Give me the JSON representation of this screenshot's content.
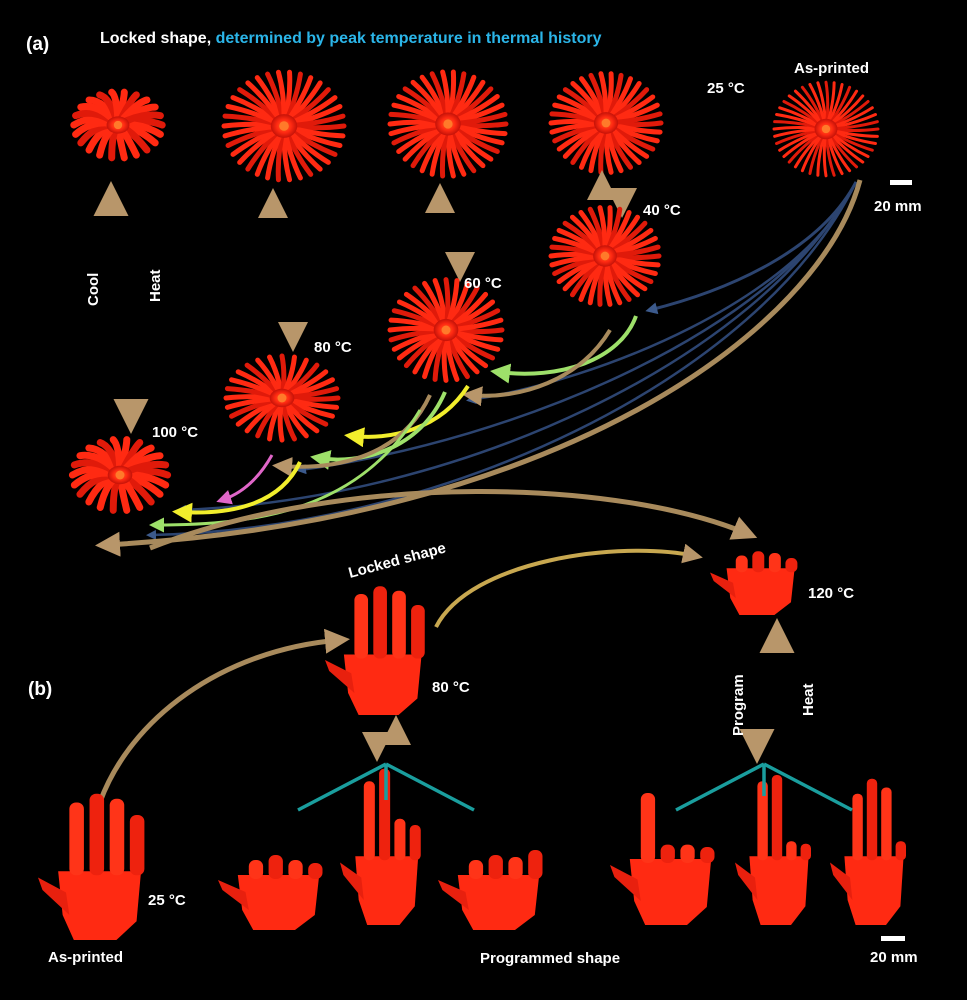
{
  "panel_a": {
    "label": "(a)",
    "title_white": "Locked shape, ",
    "title_cyan": "determined by peak temperature in thermal history",
    "cyan_color": "#2bb5e8",
    "temp_25": "25 °C",
    "temp_40": "40 °C",
    "temp_60": "60 °C",
    "temp_80": "80 °C",
    "temp_100": "100 °C",
    "as_printed": "As-printed",
    "scale_bar": "20 mm",
    "cool": "Cool",
    "heat": "Heat"
  },
  "panel_b": {
    "label": "(b)",
    "locked_shape": "Locked shape",
    "temp_120": "120 °C",
    "temp_80": "80 °C",
    "temp_25": "25 °C",
    "program": "Program",
    "heat": "Heat",
    "as_printed": "As-printed",
    "programmed_shape": "Programmed shape",
    "scale_bar": "20 mm"
  },
  "colors": {
    "object_red": "#ff2a12",
    "arrow_tan": "#a88a5c",
    "arrow_navy": "#2c4470",
    "tree_teal": "#1a9e9e",
    "accent_yellow": "#f2ee2c",
    "accent_green": "#9ee06a",
    "accent_pink": "#e066c8"
  }
}
